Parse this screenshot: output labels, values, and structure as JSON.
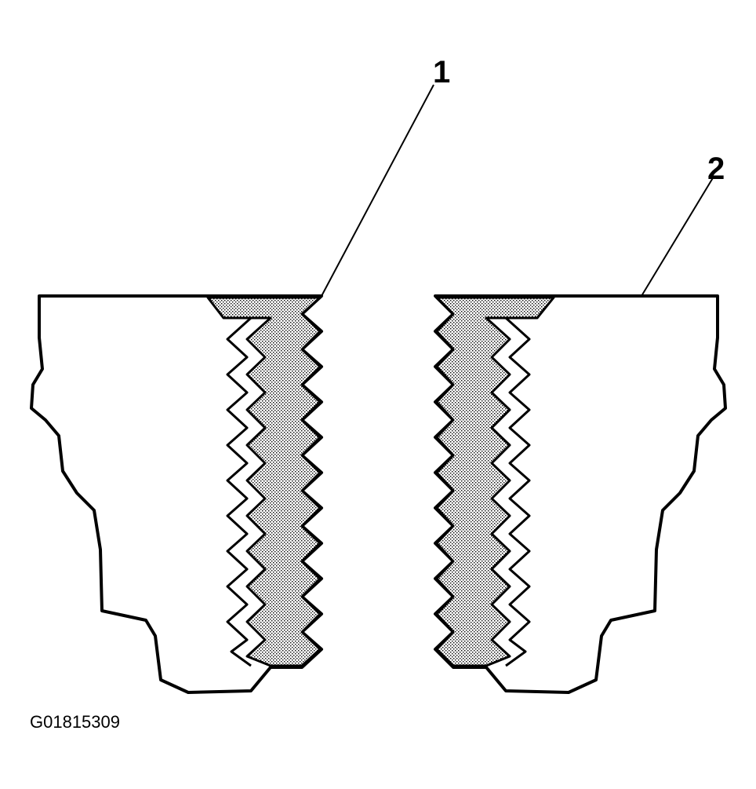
{
  "callouts": {
    "one": "1",
    "two": "2"
  },
  "figure_id": "G01815309",
  "colors": {
    "line": "#000000",
    "background": "#ffffff",
    "fill_stipple": "#bdbdbd"
  }
}
